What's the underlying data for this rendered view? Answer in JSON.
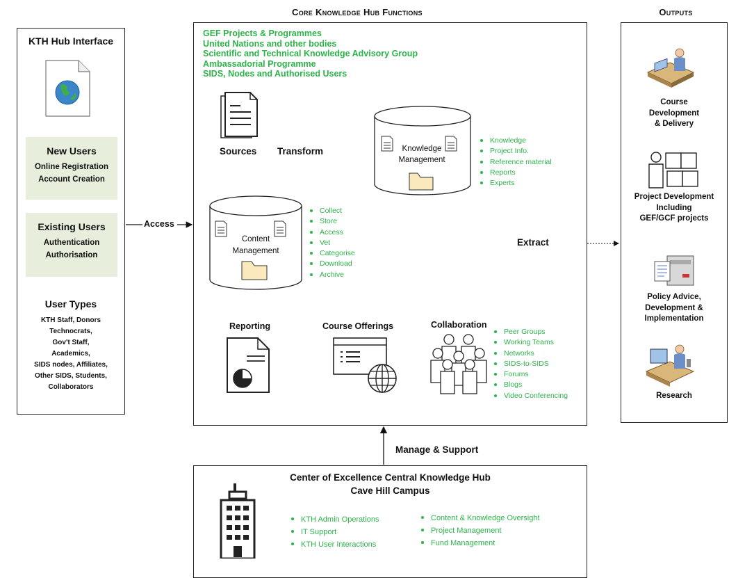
{
  "headers": {
    "core": "Core Knowledge Hub Functions",
    "outputs": "Outputs"
  },
  "left": {
    "title": "KTH Hub Interface",
    "new_users": {
      "title": "New Users",
      "lines": [
        "Online Registration",
        "Account Creation"
      ]
    },
    "existing_users": {
      "title": "Existing Users",
      "lines": [
        "Authentication",
        "Authorisation"
      ]
    },
    "user_types": {
      "title": "User Types",
      "lines": [
        "KTH Staff, Donors",
        "Technocrats,",
        "Gov't Staff,",
        "Academics,",
        "SIDS nodes, Affiliates,",
        "Other SIDS, Students,",
        "Collaborators"
      ]
    }
  },
  "arrows": {
    "access": "Access",
    "transform": "Transform",
    "extract": "Extract",
    "manage_support": "Manage & Support"
  },
  "core": {
    "source_list": [
      "GEF Projects & Programmes",
      "United Nations and other bodies",
      "Scientific and Technical Knowledge Advisory Group",
      "Ambassadorial Programme",
      "SIDS, Nodes and Authorised Users"
    ],
    "sources_label": "Sources",
    "km_label_1": "Knowledge",
    "km_label_2": "Management",
    "km_items": [
      "Knowledge",
      "Project Info.",
      "Reference material",
      "Reports",
      "Experts"
    ],
    "cm_label_1": "Content",
    "cm_label_2": "Management",
    "cm_items": [
      "Collect",
      "Store",
      "Access",
      "Vet",
      "Categorise",
      "Download",
      "Archive"
    ],
    "reporting": "Reporting",
    "course_offerings": "Course Offerings",
    "collaboration": "Collaboration",
    "collab_items": [
      "Peer Groups",
      "Working Teams",
      "Networks",
      "SIDS-to-SIDS",
      "Forums",
      "Blogs",
      "Video Conferencing"
    ]
  },
  "outputs": [
    {
      "icon": "course-development-icon",
      "lines": [
        "Course",
        "Development",
        "& Delivery"
      ]
    },
    {
      "icon": "project-development-icon",
      "lines": [
        "Project Development",
        "Including",
        "GEF/GCF projects"
      ]
    },
    {
      "icon": "policy-advice-icon",
      "lines": [
        "Policy Advice,",
        "Development &",
        "Implementation"
      ]
    },
    {
      "icon": "research-icon",
      "lines": [
        "Research"
      ]
    }
  ],
  "bottom": {
    "title_1": "Center of Excellence Central Knowledge Hub",
    "title_2": "Cave Hill Campus",
    "col1": [
      "KTH Admin Operations",
      "IT Support",
      "KTH User Interactions"
    ],
    "col2": [
      "Content & Knowledge Oversight",
      "Project Management",
      "Fund Management"
    ]
  },
  "colors": {
    "green": "#2db34a",
    "panel": "#e7efdc",
    "folder": "#fbe9be"
  }
}
